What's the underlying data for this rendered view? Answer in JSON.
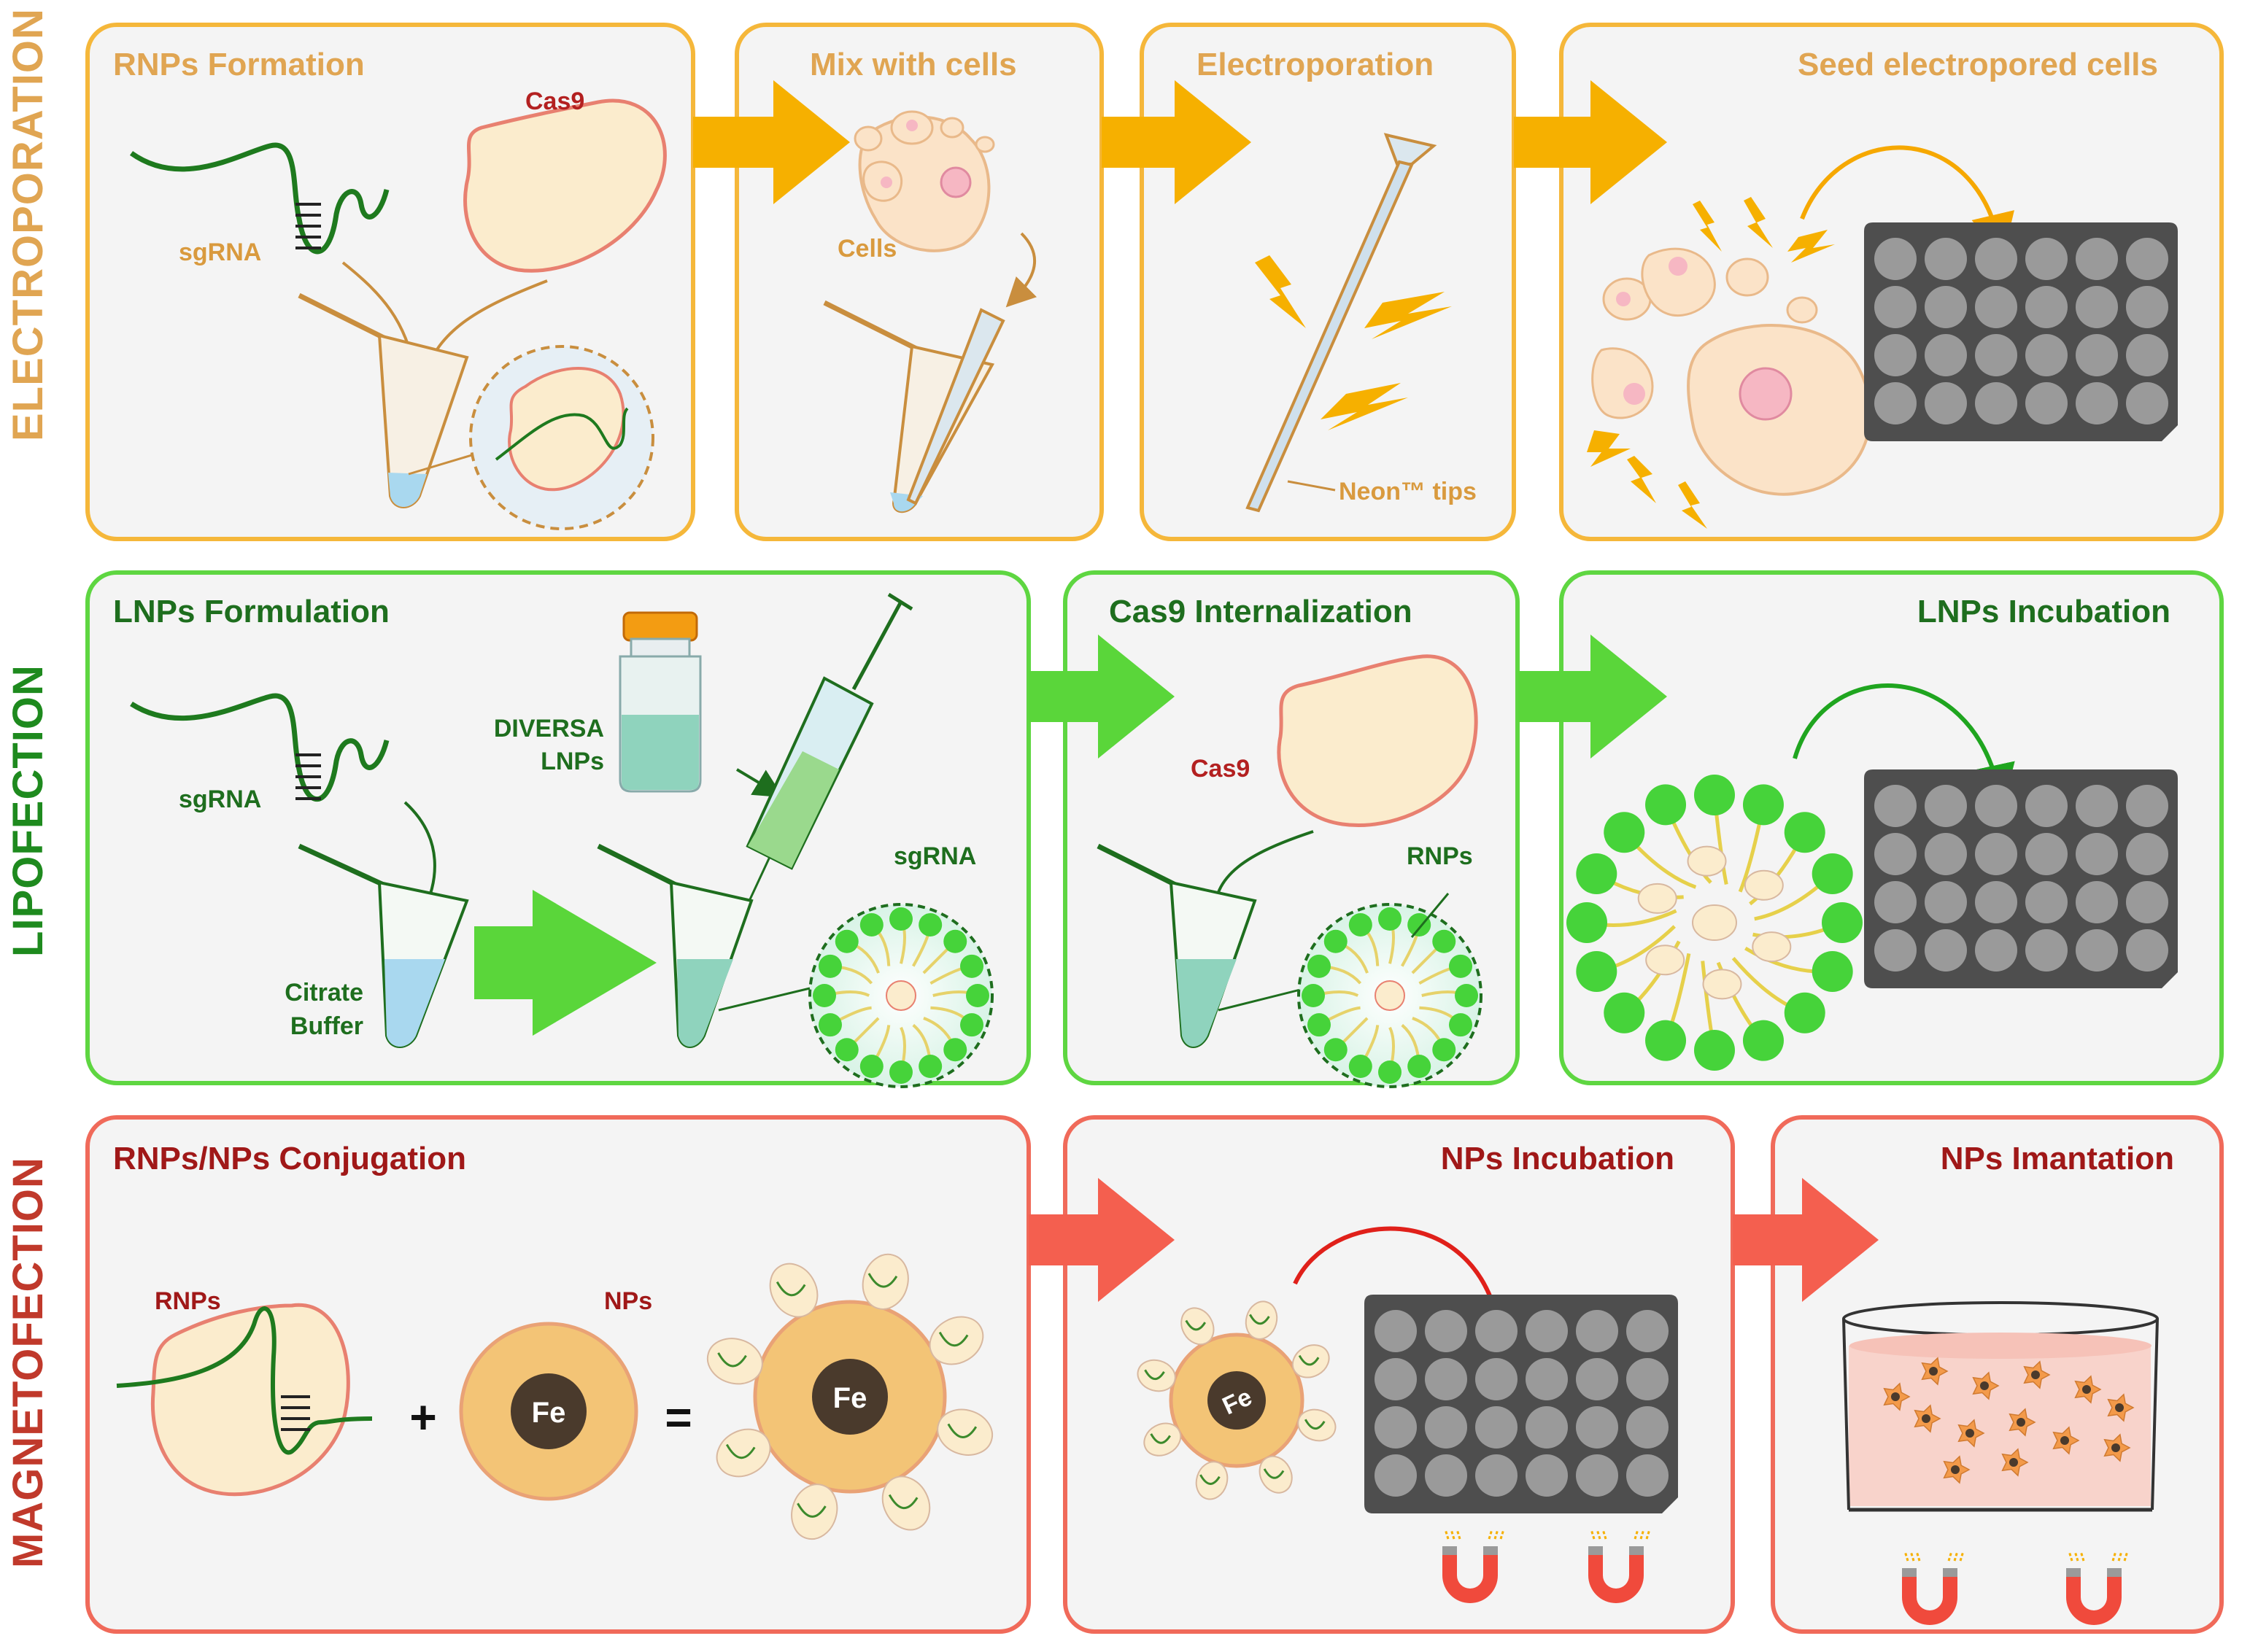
{
  "rows": {
    "electroporation": {
      "label": "ELECTROPORATION",
      "color": "#f2a93b",
      "panels": [
        {
          "title": "RNPs Formation",
          "labels": {
            "cas9": "Cas9",
            "sgrna": "sgRNA"
          }
        },
        {
          "title": "Mix with cells",
          "labels": {
            "cells": "Cells"
          }
        },
        {
          "title": "Electroporation",
          "labels": {
            "tips": "Neon™ tips"
          }
        },
        {
          "title": "Seed electropored cells"
        }
      ]
    },
    "lipofection": {
      "label": "LIPOFECTION",
      "color": "#1f8a1f",
      "panels": [
        {
          "title": "LNPs Formulation",
          "labels": {
            "sgrna": "sgRNA",
            "diversa_1": "DIVERSA",
            "diversa_2": "LNPs",
            "citrate_1": "Citrate",
            "citrate_2": "Buffer",
            "sgrna_zoom": "sgRNA"
          }
        },
        {
          "title": "Cas9 Internalization",
          "labels": {
            "cas9": "Cas9",
            "rnps": "RNPs"
          }
        },
        {
          "title": "LNPs Incubation"
        }
      ]
    },
    "magnetofection": {
      "label": "MAGNETOFECTION",
      "color": "#c0392b",
      "panels": [
        {
          "title": "RNPs/NPs Conjugation",
          "labels": {
            "rnps": "RNPs",
            "nps": "NPs",
            "plus": "+",
            "equals": "=",
            "fe1": "Fe",
            "fe2": "Fe"
          }
        },
        {
          "title": "NPs Incubation",
          "labels": {
            "fe": "Fe"
          }
        },
        {
          "title": "NPs Imantation"
        }
      ]
    }
  },
  "colors": {
    "orange_border": "#f5b73a",
    "orange_arrow": "#f6b000",
    "green_border": "#5ed641",
    "green_arrow": "#5ad63a",
    "red_border": "#f06a5a",
    "red_arrow": "#f45f4f",
    "panel_bg": "#f4f4f4",
    "plate": "#4e4e4e",
    "well": "#9a9a9a"
  }
}
